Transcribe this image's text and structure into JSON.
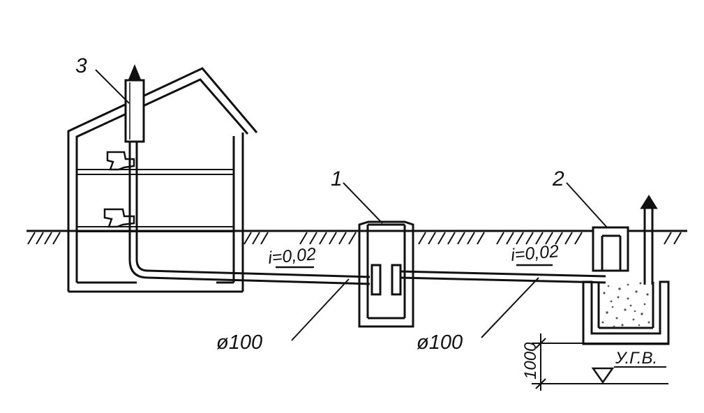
{
  "labels": {
    "callout_1": "1",
    "callout_2": "2",
    "callout_3": "3",
    "slope_left": "i=0,02",
    "slope_right": "i=0,02",
    "pipe_left_diameter": "ø100",
    "pipe_right_diameter": "ø100",
    "depth_dimension": "1000",
    "groundwater_level": "У.Г.В."
  },
  "colors": {
    "ink": "#111111",
    "paper": "#ffffff",
    "gravel": "#555555"
  }
}
